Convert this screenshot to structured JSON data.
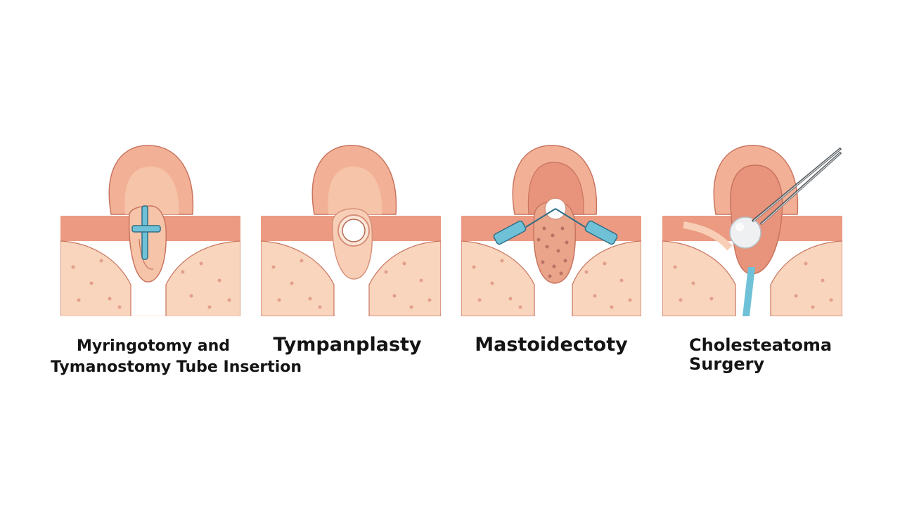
{
  "panels": [
    {
      "id": "myringotomy",
      "caption_lines": [
        "Myringotomy and",
        "Tymanostomy Tube Insertion"
      ]
    },
    {
      "id": "tympanoplasty",
      "caption_lines": [
        "Tympanplasty"
      ]
    },
    {
      "id": "mastoidectomy",
      "caption_lines": [
        "Mastoidectoty"
      ]
    },
    {
      "id": "cholesteatoma",
      "caption_lines": [
        "Cholesteatoma",
        "Surgery"
      ]
    }
  ],
  "colors": {
    "skin_light": "#f8d5bc",
    "skin_mid": "#f2b196",
    "skin_dark": "#e8937b",
    "outline": "#c9745f",
    "tissue_dot": "#e39f8a",
    "tube_blue": "#6fc1d8",
    "tube_outline": "#2f6f86",
    "eardrum_white": "#ffffff",
    "caption_text": "#141414"
  },
  "icons": [
    "tube-icon",
    "graft-disc-icon",
    "retractor-icon",
    "forceps-icon"
  ]
}
